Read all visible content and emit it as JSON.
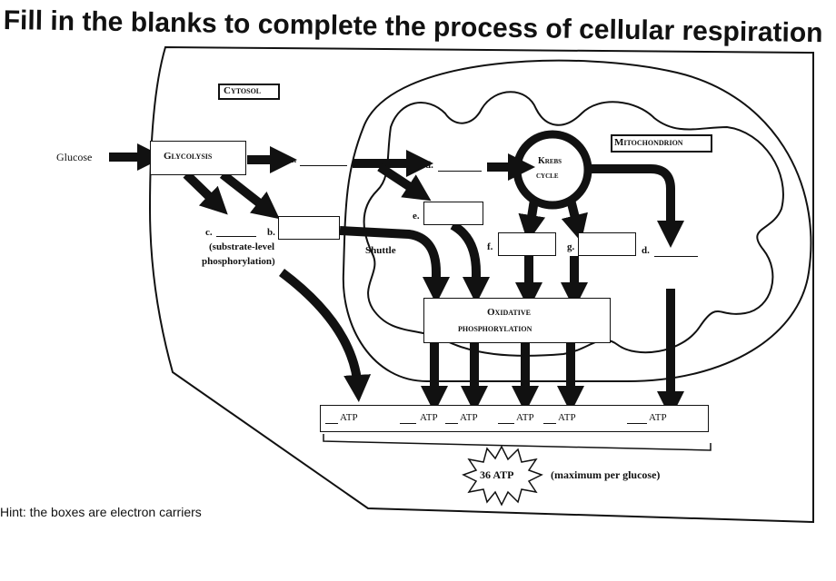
{
  "title": "Fill in the blanks to complete the process of cellular respiration",
  "hint": "Hint: the boxes are electron carriers",
  "diagram": {
    "cytosol": "Cytosol",
    "mitochondrion": "Mitochondrion",
    "glucose": "Glucose",
    "glycolysis": "Glycolysis",
    "krebs_line1": "Krebs",
    "krebs_line2": "cycle",
    "oxidative_line1": "Oxidative",
    "oxidative_line2": "phosphorylation",
    "shuttle": "Shuttle",
    "substrate_level_line1": "(substrate-level",
    "substrate_level_line2": "phosphorylation)",
    "blanks": {
      "a": "a.",
      "b": "b.",
      "c": "c.",
      "d1": "d.",
      "d2": "d.",
      "e": "e.",
      "f": "f.",
      "g": "g."
    },
    "atp_label": "ATP",
    "total": "36 ATP",
    "max_note": "(maximum per glucose)"
  },
  "colors": {
    "ink": "#111111",
    "paper": "#ffffff"
  }
}
